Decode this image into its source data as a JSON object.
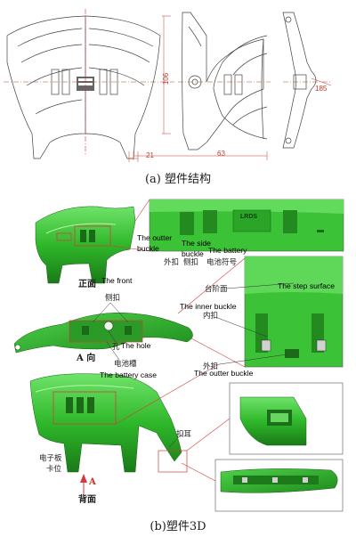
{
  "captions": {
    "top": "(a) 塑件结构",
    "bottom": "(b)塑件3D"
  },
  "dimensions": {
    "height_left": "106",
    "right_value": "185",
    "bottom_width": "63",
    "bottom_left": "21"
  },
  "labels_zh": {
    "outer_buckle": "外扣",
    "side_buckle": "侧扣",
    "battery_symbol": "电池符号",
    "front": "正面",
    "side_buckle_2": "侧扣",
    "hole": "孔",
    "direction_a": "A 向",
    "battery_slot": "电池槽",
    "step_surface": "台阶面",
    "inner_buckle": "内扣",
    "outer_buckle_2": "外扣",
    "buckle_ear": "扣耳",
    "pcb_slot_line1": "电子板",
    "pcb_slot_line2": "卡位",
    "back": "背面",
    "arrow_a": "A"
  },
  "labels_en": {
    "outer_buckle": "The outter",
    "outer_buckle_2": "buckle",
    "side_buckle": "The side",
    "side_buckle_2": "buckle",
    "battery": "The battery",
    "front": "The front",
    "hole": "The hole",
    "battery_case": "The battery case",
    "step_surface": "The step surface",
    "inner_buckle": "The inner buckle",
    "outer_buckle_b": "The outter buckle"
  },
  "callout_text": "LRDS",
  "colors": {
    "part_green": "#2fb82a",
    "part_dark": "#1d7a1b",
    "leader_red": "#d23c3c",
    "line_gray": "#555555"
  }
}
